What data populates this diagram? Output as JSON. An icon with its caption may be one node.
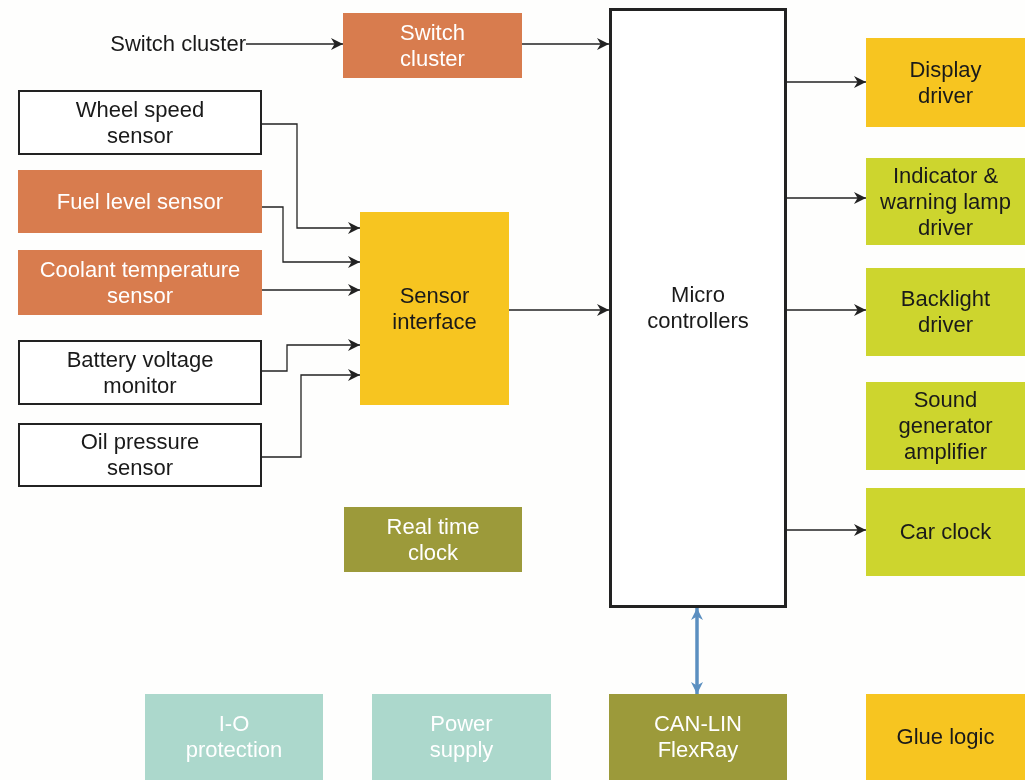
{
  "diagram": {
    "nodes": [
      {
        "text": [
          "Switch cluster"
        ]
      },
      {
        "text": [
          "Switch cluster"
        ]
      },
      {
        "text": [
          "Wheel speed sensor"
        ]
      },
      {
        "text": [
          "Fuel level sensor"
        ]
      },
      {
        "text": [
          "Coolant temperature sensor"
        ]
      },
      {
        "text": [
          "Battery voltage monitor"
        ]
      },
      {
        "text": [
          "Oil pressure sensor"
        ]
      },
      {
        "text": [
          "Sensor interface"
        ]
      },
      {
        "text": [
          "Real time clock"
        ]
      },
      {
        "text": [
          "Micro controllers"
        ]
      },
      {
        "text": [
          "Display driver"
        ]
      },
      {
        "text": [
          "Indicator & warning lamp driver"
        ]
      },
      {
        "text": [
          "Backlight driver"
        ]
      },
      {
        "text": [
          "Sound generator amplifier"
        ]
      },
      {
        "text": [
          "Car clock"
        ]
      },
      {
        "text": [
          "I-O protection"
        ]
      },
      {
        "text": [
          "Power supply"
        ]
      },
      {
        "text": [
          "CAN-LIN FlexRay"
        ]
      },
      {
        "text": [
          "Glue logic"
        ]
      }
    ],
    "edges": [
      {
        "from": 0,
        "to": 1,
        "arrow": "to"
      },
      {
        "from": 1,
        "to": 9,
        "arrow": "to"
      },
      {
        "from": 2,
        "to": 7,
        "arrow": "to"
      },
      {
        "from": 3,
        "to": 7,
        "arrow": "to"
      },
      {
        "from": 4,
        "to": 7,
        "arrow": "to"
      },
      {
        "from": 5,
        "to": 7,
        "arrow": "to"
      },
      {
        "from": 6,
        "to": 7,
        "arrow": "to"
      },
      {
        "from": 7,
        "to": 9,
        "arrow": "to"
      },
      {
        "from": 9,
        "to": 10,
        "arrow": "to"
      },
      {
        "from": 9,
        "to": 11,
        "arrow": "to"
      },
      {
        "from": 9,
        "to": 12,
        "arrow": "to"
      },
      {
        "from": 9,
        "to": 14,
        "arrow": "to"
      },
      {
        "from": 9,
        "to": 17,
        "arrow": "both",
        "style": "thick",
        "color": "#5b8fc0"
      }
    ]
  }
}
